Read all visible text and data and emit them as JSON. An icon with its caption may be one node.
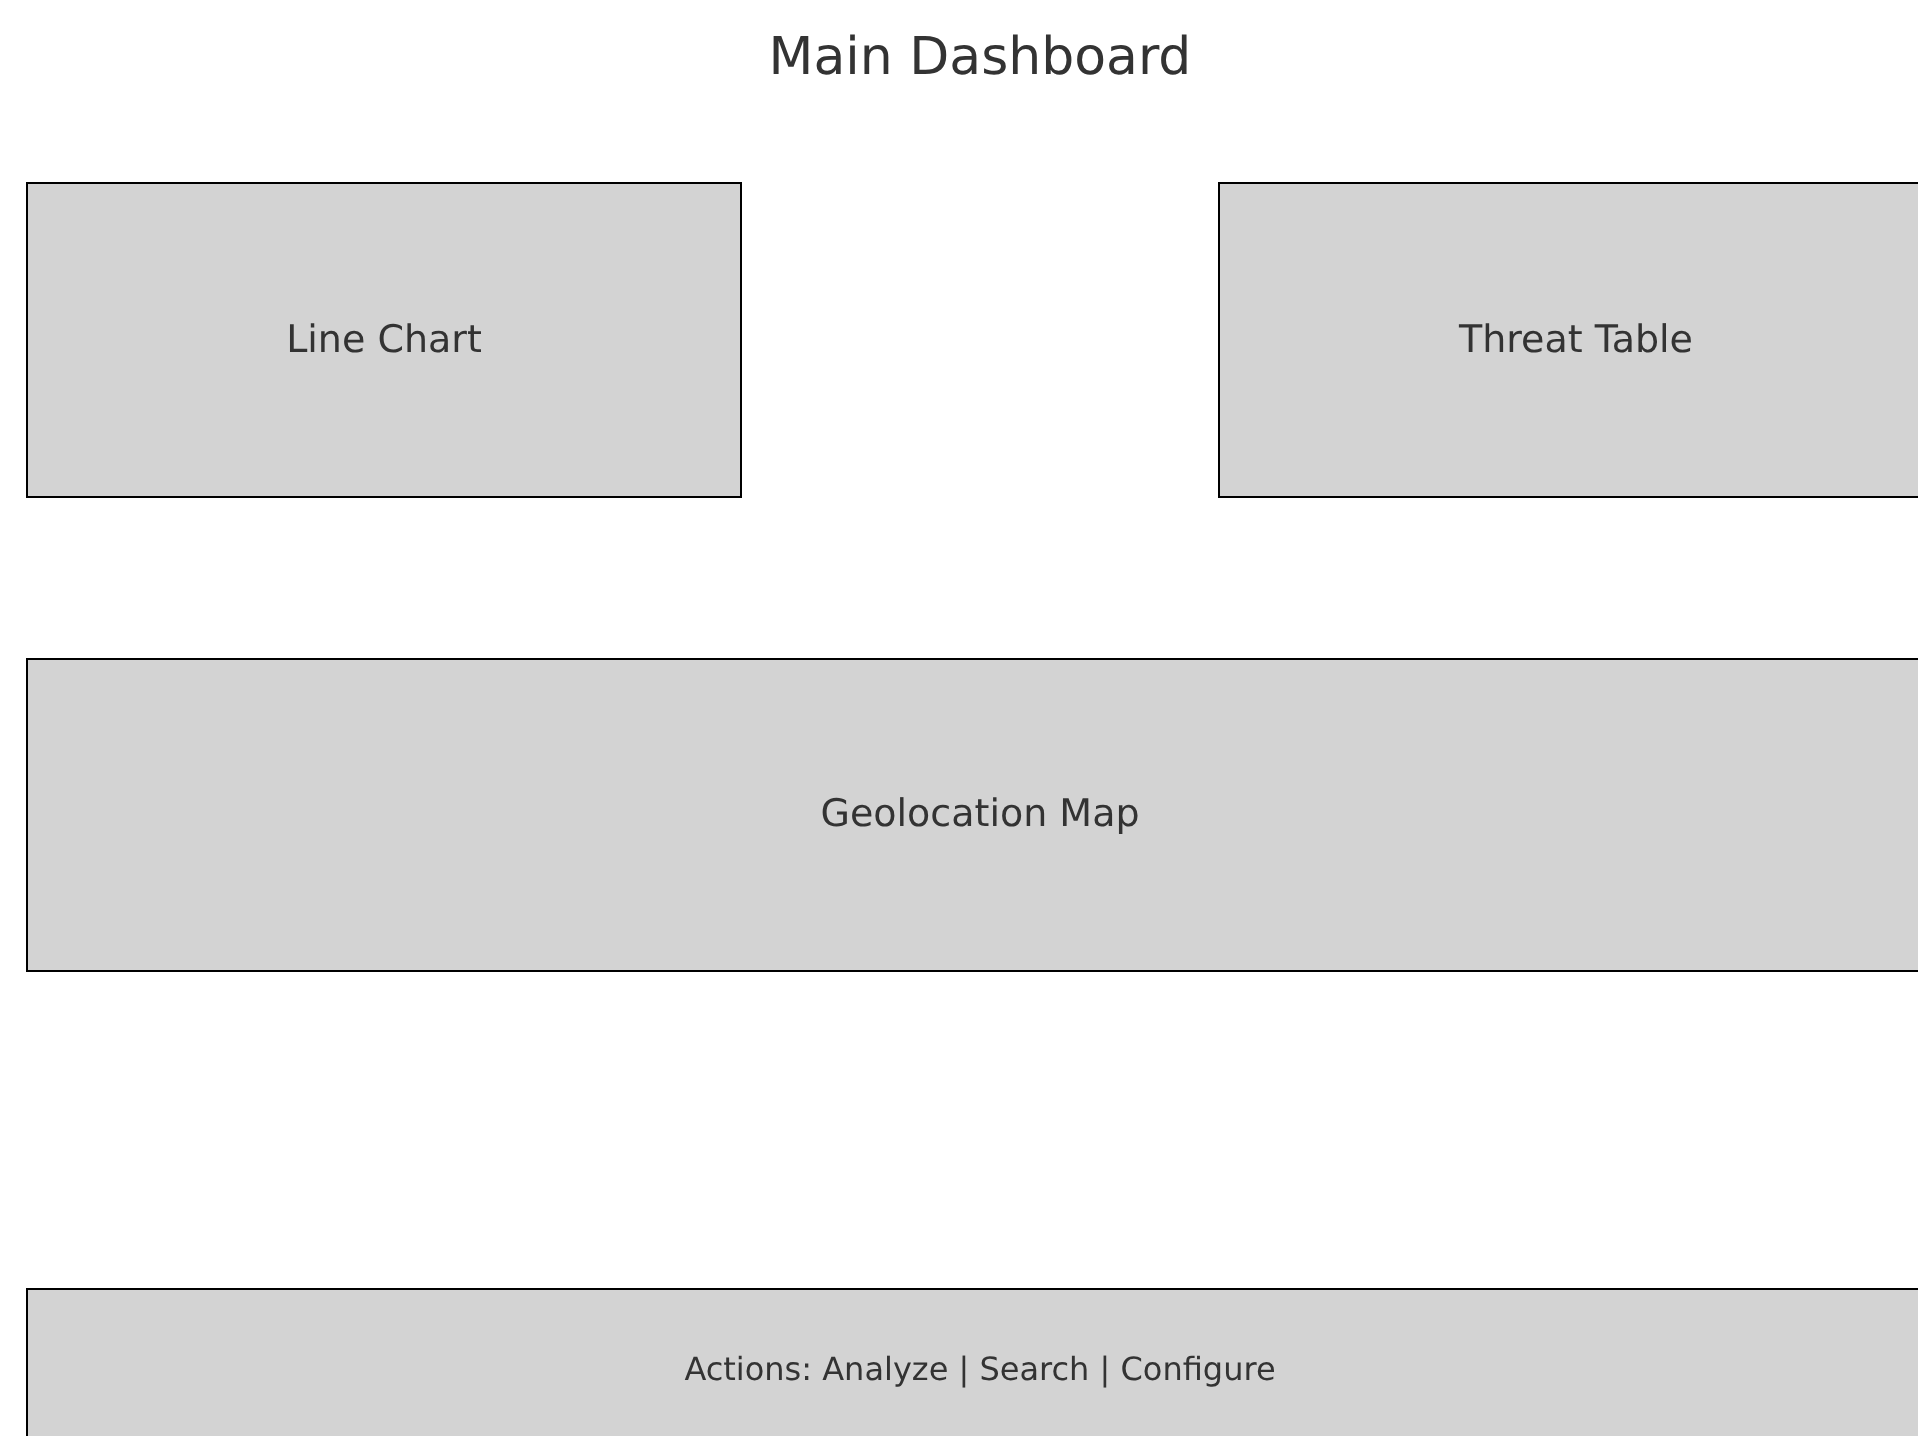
{
  "diagram": {
    "title": "Main Dashboard",
    "nodes": [
      {
        "text": [
          "Line Chart"
        ]
      },
      {
        "text": [
          "Threat Table"
        ]
      },
      {
        "text": [
          "Geolocation Map"
        ]
      },
      {
        "text": [
          "Actions: Analyze | Search | Configure"
        ]
      }
    ]
  }
}
